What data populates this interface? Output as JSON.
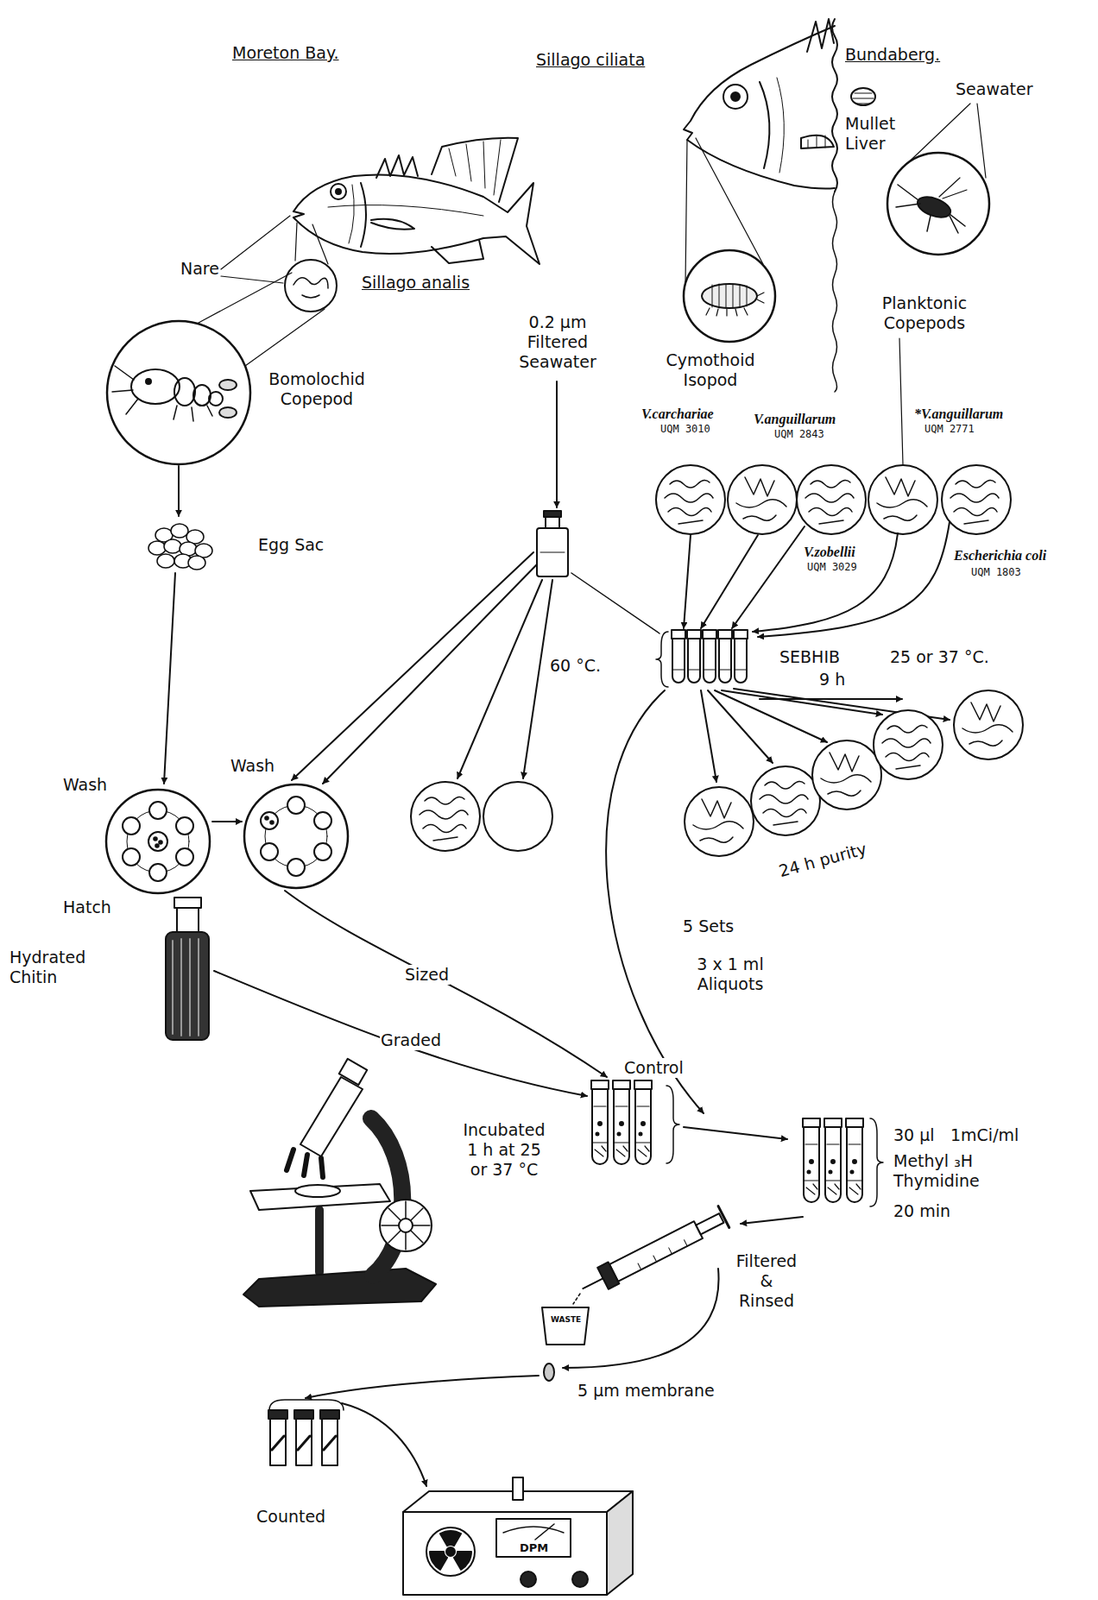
{
  "diagram": {
    "labels": [
      "Moreton Bay.",
      "Sillago ciliata",
      "Bundaberg.",
      "Seawater",
      "Mullet Liver",
      "Nare",
      "Sillago analis",
      "Planktonic Copepods",
      "0.2 µm Filtered Seawater",
      "Bomolochid Copepod",
      "Cymothoid Isopod",
      "V.carchariae",
      "UQM 3010",
      "V.anguillarum",
      "UQM 2843",
      "*V.anguillarum",
      "UQM 2771",
      "V.zobellii",
      "UQM 3029",
      "Escherichia coli",
      "UQM 1803",
      "Egg Sac",
      "SEBHIB",
      "25 or 37 °C.",
      "9 h",
      "60 °C.",
      "Wash",
      "Wash",
      "Hatch",
      "24 h purity",
      "Hydrated Chitin",
      "5 Sets",
      "3 x 1 ml Aliquots",
      "Sized",
      "Graded",
      "Control",
      "Incubated 1 h at 25 or 37 °C",
      "30 µl",
      "1mCi/ml",
      "Methyl ₃H Thymidine",
      "20 min",
      "Filtered & Rinsed",
      "WASTE",
      "5 µm membrane",
      "Counted",
      "DPM"
    ]
  }
}
